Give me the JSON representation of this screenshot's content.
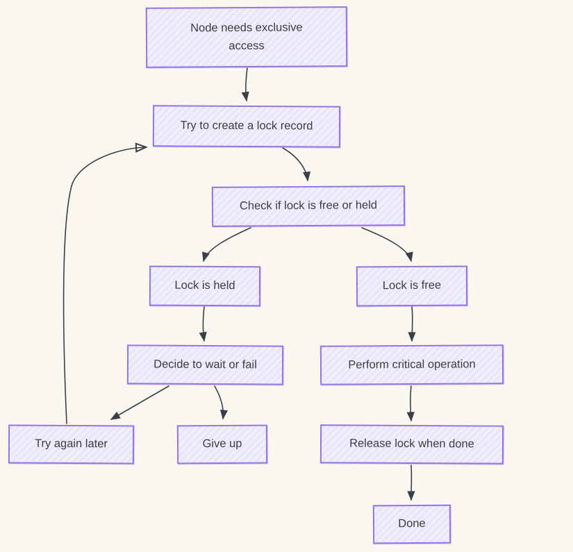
{
  "canvas": {
    "background_color": "#faf6f0"
  },
  "style": {
    "node_fill_color": "#e8e7fb",
    "node_border_color": "#9674e4",
    "arrow_color": "#3a3f45",
    "text_color": "#3d3d3d"
  },
  "nodes": [
    {
      "id": "start",
      "label": "Node needs exclusive\naccess"
    },
    {
      "id": "try-create-lock",
      "label": "Try to create a lock record"
    },
    {
      "id": "check-lock",
      "label": "Check if lock is free or held"
    },
    {
      "id": "lock-held",
      "label": "Lock is held"
    },
    {
      "id": "lock-free",
      "label": "Lock is free"
    },
    {
      "id": "decide",
      "label": "Decide to wait or fail"
    },
    {
      "id": "perform-critical",
      "label": "Perform critical operation"
    },
    {
      "id": "try-again-later",
      "label": "Try again later"
    },
    {
      "id": "give-up",
      "label": "Give up"
    },
    {
      "id": "release-lock",
      "label": "Release lock when done"
    },
    {
      "id": "done",
      "label": "Done"
    }
  ],
  "edges": [
    {
      "from": "start",
      "to": "try-create-lock",
      "arrowhead": "solid"
    },
    {
      "from": "try-create-lock",
      "to": "check-lock",
      "arrowhead": "solid"
    },
    {
      "from": "check-lock",
      "to": "lock-held",
      "arrowhead": "solid"
    },
    {
      "from": "check-lock",
      "to": "lock-free",
      "arrowhead": "solid"
    },
    {
      "from": "lock-held",
      "to": "decide",
      "arrowhead": "solid"
    },
    {
      "from": "lock-free",
      "to": "perform-critical",
      "arrowhead": "solid"
    },
    {
      "from": "decide",
      "to": "try-again-later",
      "arrowhead": "solid"
    },
    {
      "from": "decide",
      "to": "give-up",
      "arrowhead": "solid"
    },
    {
      "from": "perform-critical",
      "to": "release-lock",
      "arrowhead": "solid"
    },
    {
      "from": "release-lock",
      "to": "done",
      "arrowhead": "solid"
    },
    {
      "from": "try-again-later",
      "to": "try-create-lock",
      "arrowhead": "open"
    }
  ]
}
